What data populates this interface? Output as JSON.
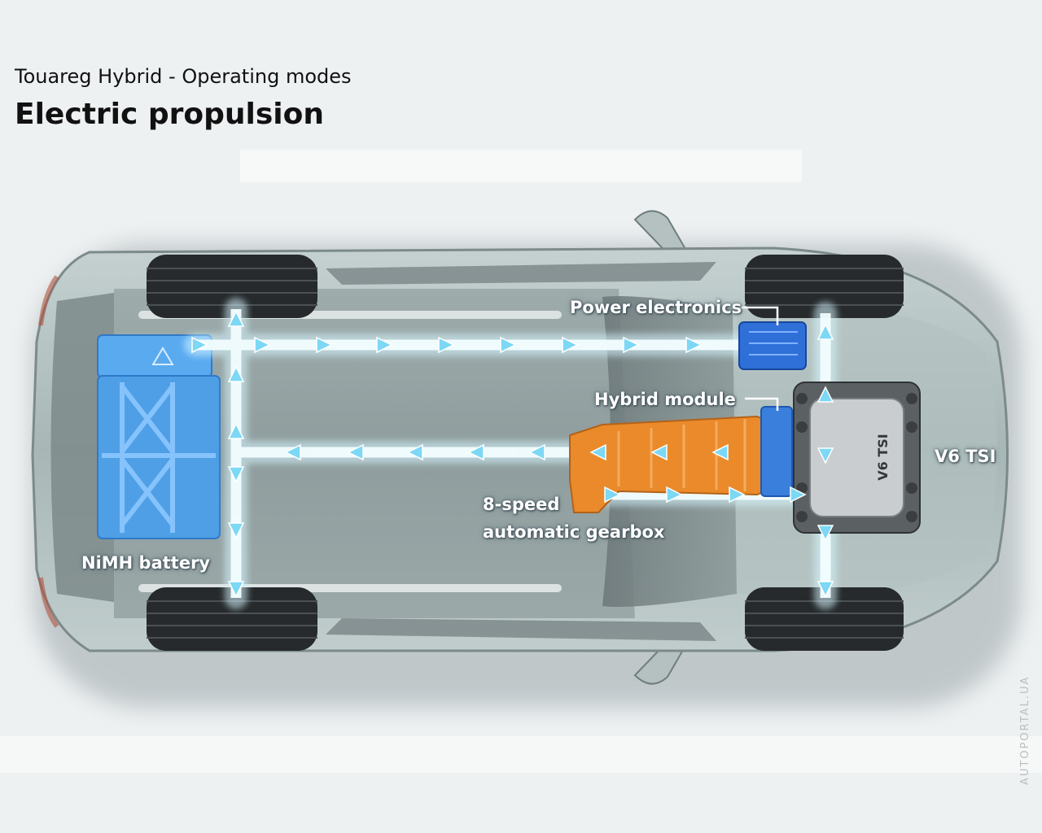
{
  "header": {
    "subtitle": "Touareg Hybrid - Operating modes",
    "title": "Electric propulsion"
  },
  "labels": {
    "power_electronics": "Power electronics",
    "hybrid_module": "Hybrid module",
    "v6_tsi": "V6 TSI",
    "gearbox_line1": "8-speed",
    "gearbox_line2": "automatic gearbox",
    "battery": "NiMH battery"
  },
  "engine_cover_text": "V6 TSI",
  "watermark": "AUTOPORTAL.UA",
  "colors": {
    "car_body": "#a9b8b7",
    "battery": "#4f9fe6",
    "gearbox": "#ea8a2a",
    "power_electronics": "#2f6fd8",
    "energy_flow": "#e9fbff",
    "flow_arrow": "#7cd8f4",
    "tire": "#262a2c"
  }
}
